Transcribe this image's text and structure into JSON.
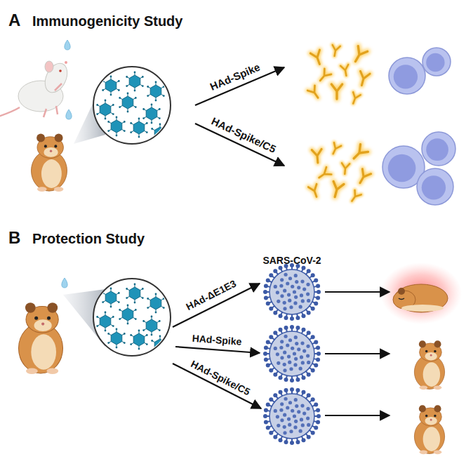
{
  "diagram": {
    "labels": [
      "A",
      "Immunogenicity Study",
      "HAd-Spike",
      "HAd-Spike/C5",
      "B",
      "Protection Study",
      "SARS-CoV-2",
      "HAd-ΔE1E3",
      "HAd-Spike",
      "HAd-Spike/C5"
    ]
  }
}
